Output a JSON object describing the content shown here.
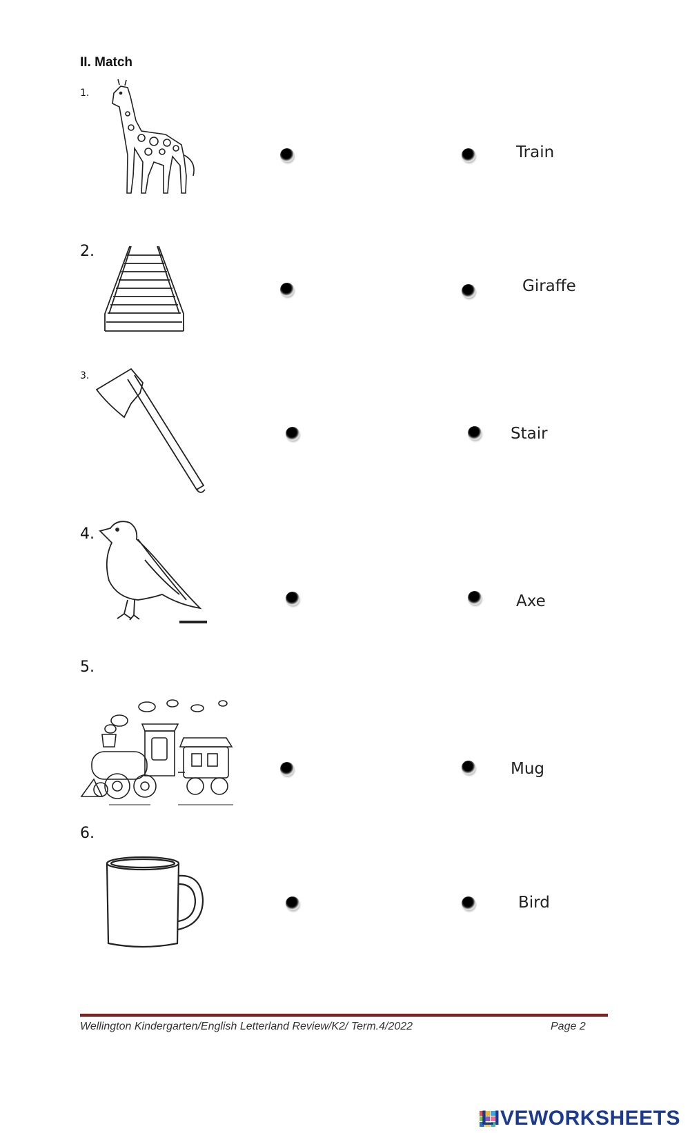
{
  "heading": "II. Match",
  "items": [
    {
      "number": "1.",
      "picture": "giraffe-icon",
      "word": "Train"
    },
    {
      "number": "2.",
      "picture": "stair-icon",
      "word": "Giraffe"
    },
    {
      "number": "3.",
      "picture": "axe-icon",
      "word": "Stair"
    },
    {
      "number": "4.",
      "picture": "bird-icon",
      "word": "Axe"
    },
    {
      "number": "5.",
      "picture": "train-icon",
      "word": "Mug"
    },
    {
      "number": "6.",
      "picture": "mug-icon",
      "word": "Bird"
    }
  ],
  "footer": {
    "left": "Wellington Kindergarten/English Letterland Review/K2/ Term.4/2022",
    "right": "Page 2"
  },
  "brand": {
    "name": "LIVEWORKSHEETS",
    "logo_colors": [
      "#e94e3d",
      "#f7b52c",
      "#3aa8dc",
      "#7cc242",
      "#8e5bb5",
      "#f26d9c",
      "#2d6fc4",
      "#ffcf3a",
      "#4db6a4"
    ]
  }
}
